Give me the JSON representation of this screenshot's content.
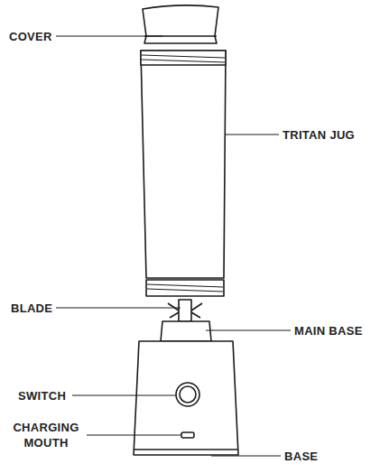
{
  "diagram": {
    "labels": [
      "COVER",
      "TRITAN JUG",
      "BLADE",
      "MAIN BASE",
      "SWITCH",
      "CHARGING MOUTH",
      "BASE"
    ]
  }
}
